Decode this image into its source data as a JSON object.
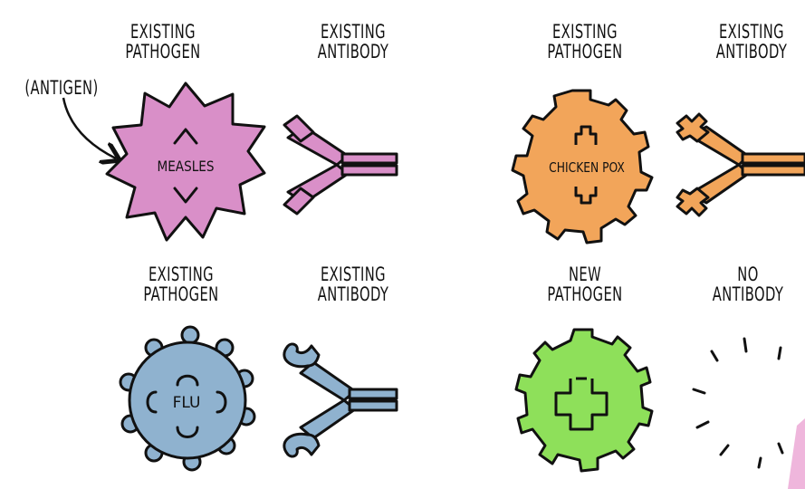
{
  "panels": {
    "measles": {
      "pathogen_line1": "EXISTING",
      "pathogen_line2": "PATHOGEN",
      "antibody_line1": "EXISTING",
      "antibody_line2": "ANTIBODY",
      "name": "MEASLES",
      "annotation": "(ANTIGEN)",
      "color": "#d98fc8"
    },
    "chickenpox": {
      "pathogen_line1": "EXISTING",
      "pathogen_line2": "PATHOGEN",
      "antibody_line1": "EXISTING",
      "antibody_line2": "ANTIBODY",
      "name": "CHICKEN POX",
      "color": "#f2a55a"
    },
    "flu": {
      "pathogen_line1": "EXISTING",
      "pathogen_line2": "PATHOGEN",
      "antibody_line1": "EXISTING",
      "antibody_line2": "ANTIBODY",
      "name": "FLU",
      "color": "#8fb2cf"
    },
    "new": {
      "pathogen_line1": "NEW",
      "pathogen_line2": "PATHOGEN",
      "antibody_line1": "NO",
      "antibody_line2": "ANTIBODY",
      "color": "#8ee05a"
    }
  }
}
